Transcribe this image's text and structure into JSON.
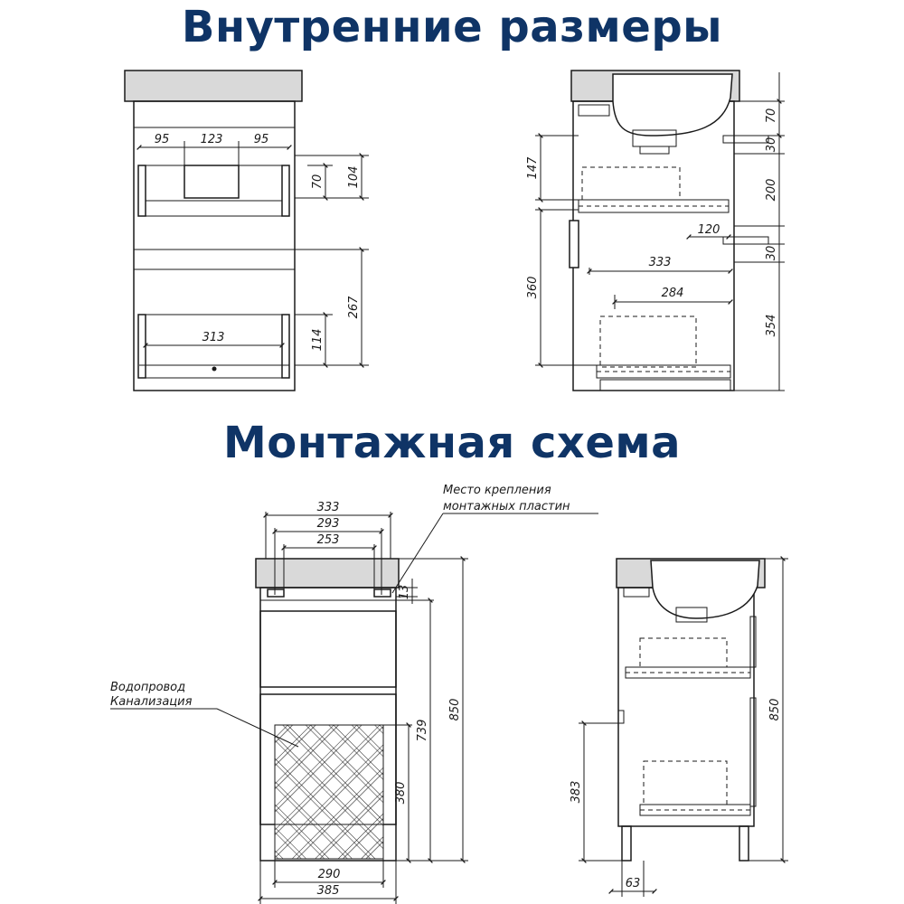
{
  "colors": {
    "heading": "#0f3466",
    "line": "#1a1a1a",
    "countertop": "#d9d9d9"
  },
  "headings": {
    "internal_dimensions": "Внутренние размеры",
    "mounting_scheme": "Монтажная схема"
  },
  "top_front_view": {
    "dim_left": "95",
    "dim_middle": "123",
    "dim_right": "95",
    "dim_drawer_height_inner": "70",
    "dim_drawer_height": "104",
    "dim_lower_width": "313",
    "dim_lower_height": "114",
    "dim_lower_section": "267"
  },
  "top_side_view": {
    "dim_top": "70",
    "dim_gap_1": "30",
    "dim_upper_section": "200",
    "dim_pipe": "120",
    "dim_gap_2": "30",
    "dim_lower_section": "354",
    "dim_left_upper": "147",
    "dim_left_lower": "360",
    "dim_depth_upper": "333",
    "dim_depth_lower": "284"
  },
  "mounting_front_view": {
    "dim_width_333": "333",
    "dim_width_293": "293",
    "dim_width_253": "253",
    "dim_plate_offset": "13",
    "dim_height_850": "850",
    "dim_height_739": "739",
    "dim_height_380": "380",
    "dim_bottom_290": "290",
    "dim_bottom_385": "385",
    "label_plates_line1": "Место крепления",
    "label_plates_line2": "монтажных пластин",
    "label_pipes_line1": "Водопровод",
    "label_pipes_line2": "Канализация"
  },
  "mounting_side_view": {
    "dim_height_850": "850",
    "dim_height_383": "383",
    "dim_offset_63": "63"
  }
}
